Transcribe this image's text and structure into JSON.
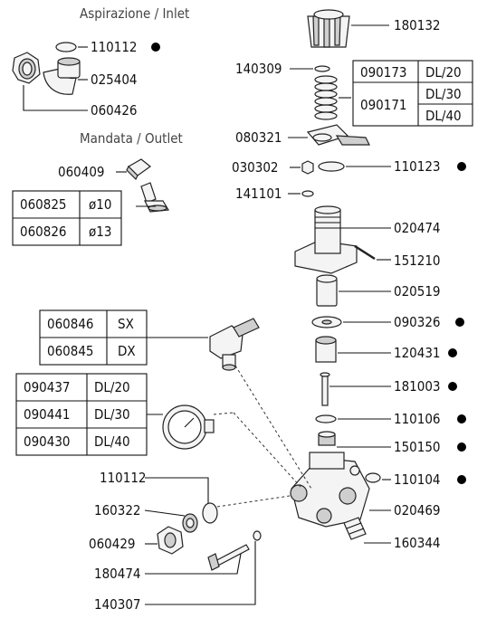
{
  "headings": {
    "inlet": "Aspirazione / Inlet",
    "outlet": "Mandata / Outlet"
  },
  "labels": {
    "p110112a": "110112",
    "p025404": "025404",
    "p060426": "060426",
    "p060409": "060409",
    "p180132": "180132",
    "p140309": "140309",
    "p080321": "080321",
    "p030302": "030302",
    "p110123": "110123",
    "p141101": "141101",
    "p020474": "020474",
    "p151210": "151210",
    "p020519": "020519",
    "p090326": "090326",
    "p120431": "120431",
    "p181003": "181003",
    "p110106": "110106",
    "p150150": "150150",
    "p110104": "110104",
    "p020469": "020469",
    "p160344": "160344",
    "p110112b": "110112",
    "p160322": "160322",
    "p060429": "060429",
    "p180474": "180474",
    "p140307": "140307"
  },
  "tables": {
    "springs": {
      "r1c1": "090173",
      "r1c2": "DL/20",
      "r2c1": "090171",
      "r2c2a": "DL/30",
      "r2c2b": "DL/40"
    },
    "nozzles": {
      "r1c1": "060825",
      "r1c2": "ø10",
      "r2c1": "060826",
      "r2c2": "ø13"
    },
    "valves": {
      "r1c1": "060846",
      "r1c2": "SX",
      "r2c1": "060845",
      "r2c2": "DX"
    },
    "gauges": {
      "r1c1": "090437",
      "r1c2": "DL/20",
      "r2c1": "090441",
      "r2c2": "DL/30",
      "r3c1": "090430",
      "r3c2": "DL/40"
    }
  }
}
